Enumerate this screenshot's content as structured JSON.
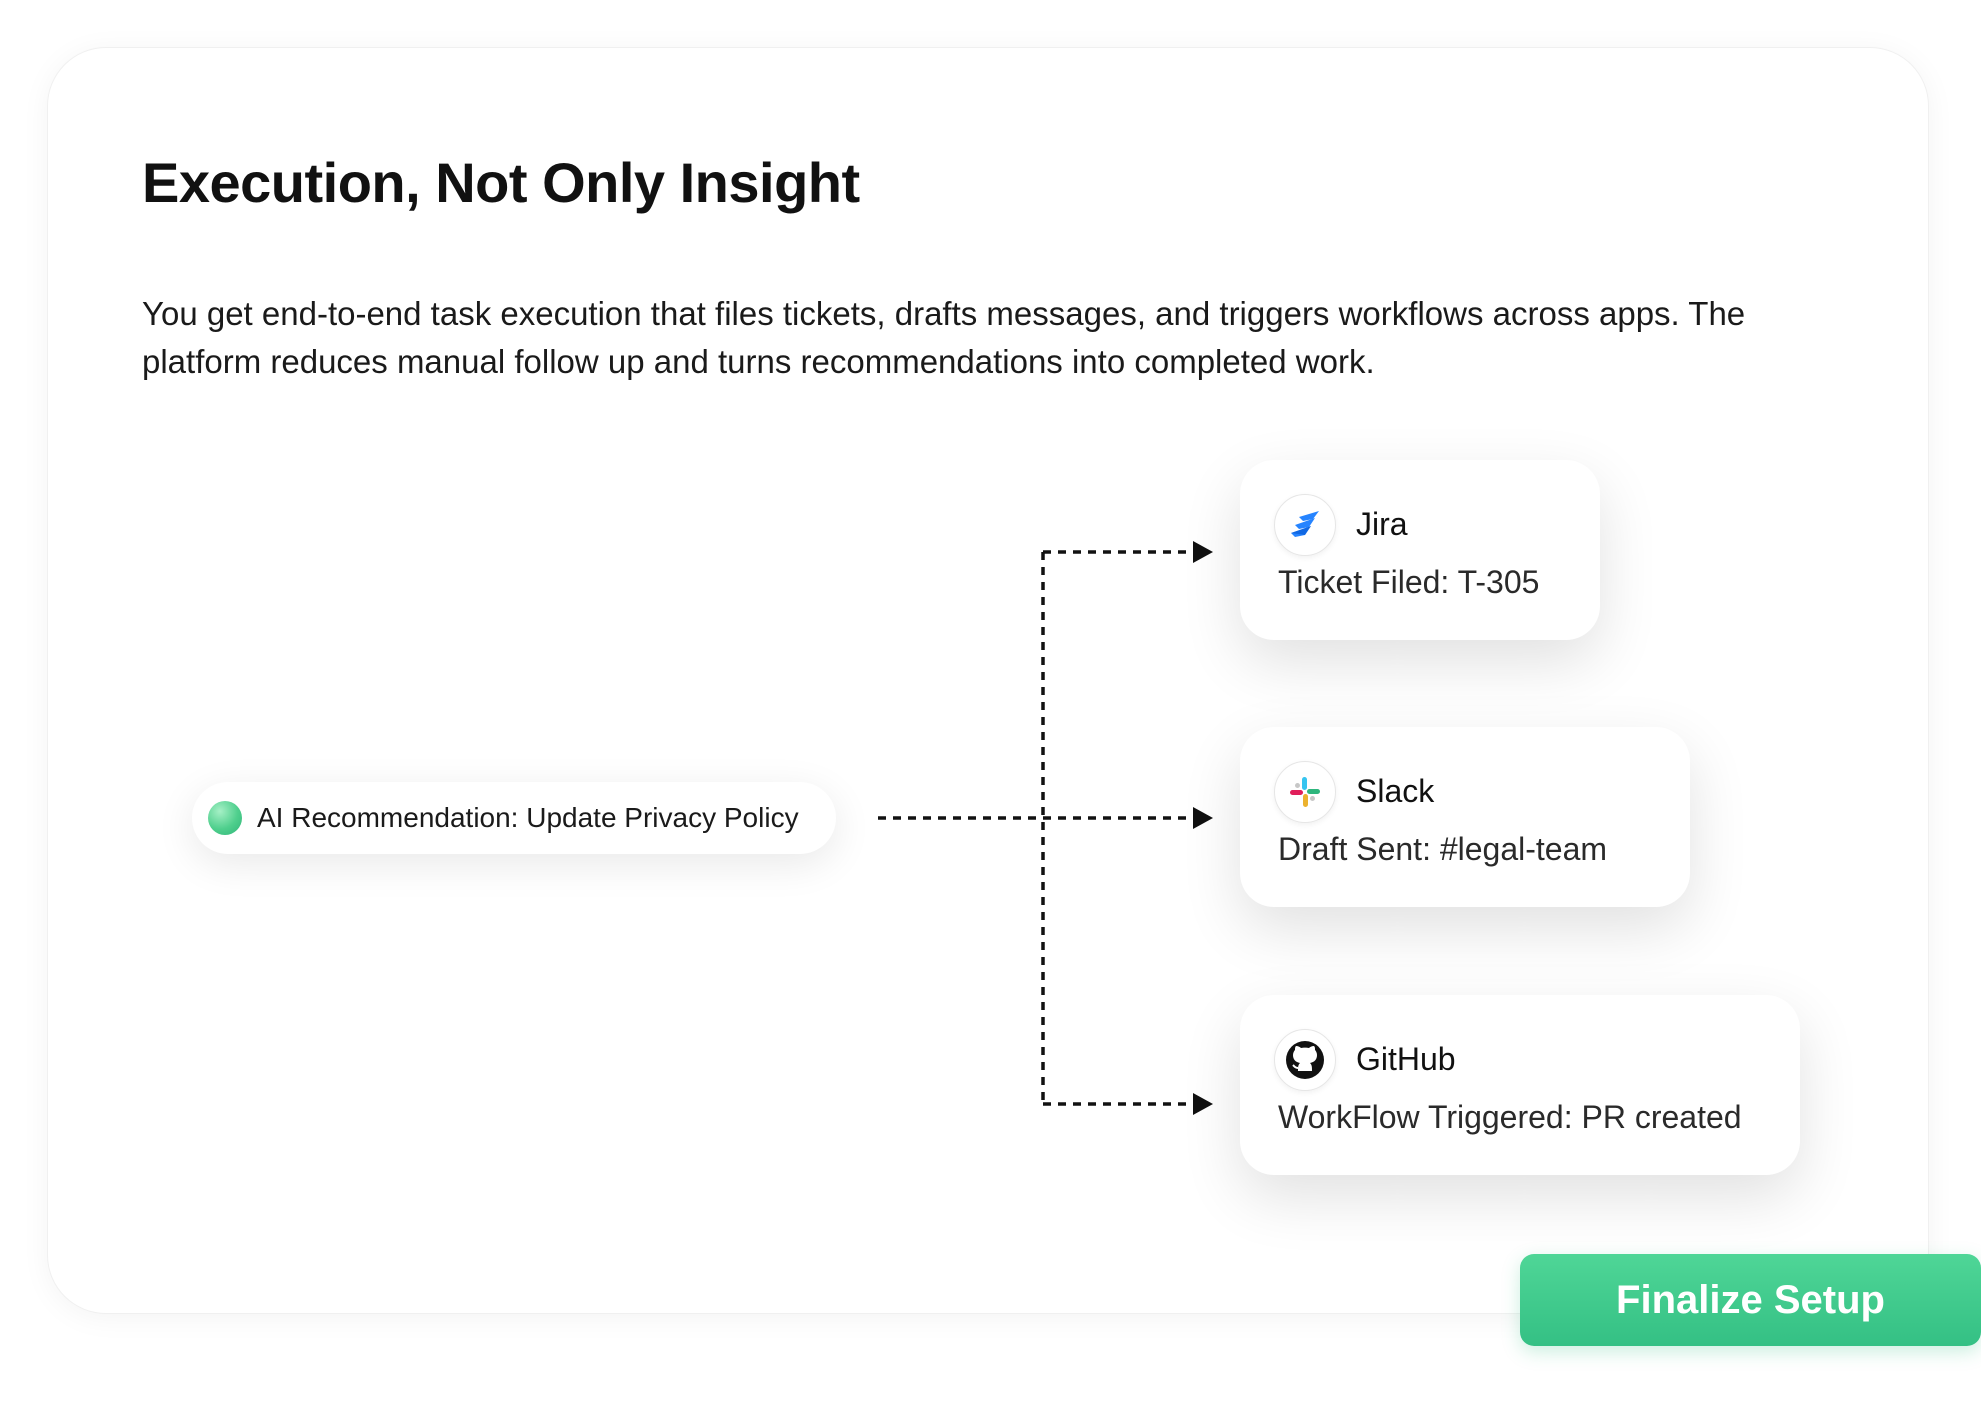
{
  "header": {
    "title": "Execution, Not Only Insight",
    "description": "You get end-to-end task execution that files tickets, drafts messages, and triggers workflows across apps. The platform reduces manual follow up and turns recommendations into completed work."
  },
  "recommendation": {
    "label": "AI Recommendation: Update Privacy Policy",
    "dot_color": "#4fcf8d"
  },
  "actions": [
    {
      "app": "Jira",
      "icon": "jira-icon",
      "status": "Ticket Filed: T-305"
    },
    {
      "app": "Slack",
      "icon": "slack-icon",
      "status": "Draft Sent: #legal-team"
    },
    {
      "app": "GitHub",
      "icon": "github-icon",
      "status": "WorkFlow Triggered: PR created"
    }
  ],
  "footer": {
    "button_label": "Finalize Setup",
    "button_color": "#3ccb8c"
  }
}
